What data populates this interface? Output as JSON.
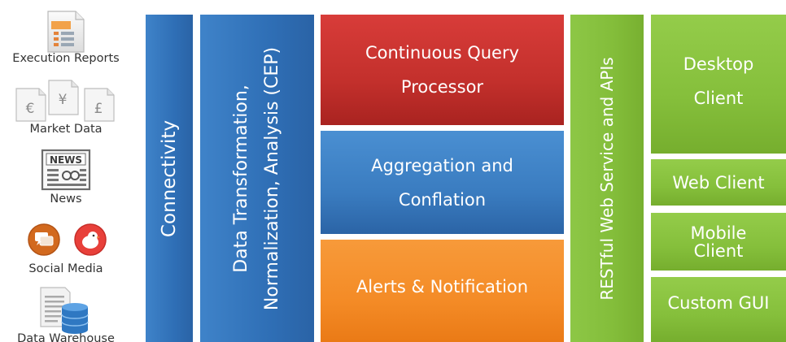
{
  "sources": {
    "execution_reports": "Execution Reports",
    "market_data": "Market Data",
    "news": "News",
    "news_badge": "NEWS",
    "social_media": "Social Media",
    "data_warehouse": "Data Warehouse",
    "currency_symbols": [
      "€",
      "¥",
      "£"
    ]
  },
  "layers": {
    "connectivity": "Connectivity",
    "transformation_line1": "Data Transformation,",
    "transformation_line2": "Normalization, Analysis (CEP)",
    "cqp_line1": "Continuous Query",
    "cqp_line2": "Processor",
    "aggregation_line1": "Aggregation and",
    "aggregation_line2": "Conflation",
    "alerts": "Alerts & Notification",
    "restful": "RESTful Web Service and APIs"
  },
  "clients": {
    "desktop_line1": "Desktop",
    "desktop_line2": "Client",
    "web": "Web Client",
    "mobile_line1": "Mobile",
    "mobile_line2": "Client",
    "custom": "Custom GUI"
  },
  "colors": {
    "blue": "#2f6fb6",
    "red": "#c3302c",
    "orange": "#f48b26",
    "green": "#85bf3b"
  }
}
